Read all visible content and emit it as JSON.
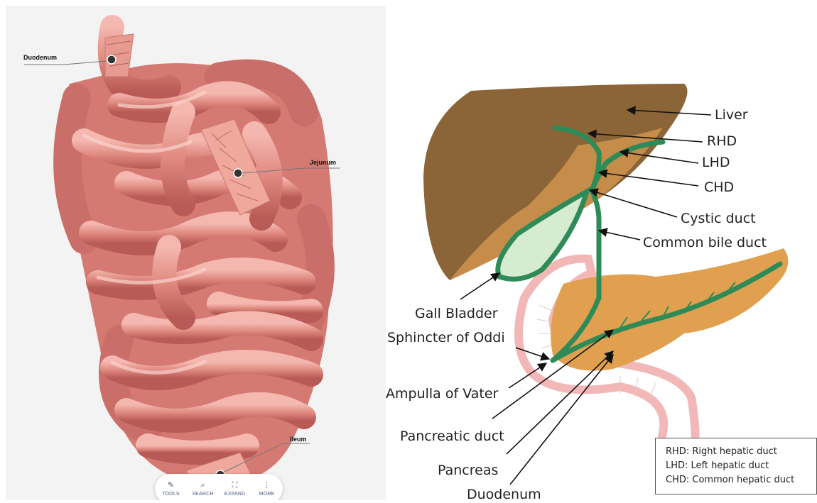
{
  "model_viewer": {
    "labels": {
      "duodenum": "Duodenum",
      "jejunum": "Jejunum",
      "ileum": "Ileum"
    },
    "toolbar": [
      {
        "icon": "pencil-icon",
        "glyph": "✎",
        "label": "TOOLS"
      },
      {
        "icon": "search-icon",
        "glyph": "⌕",
        "label": "SEARCH"
      },
      {
        "icon": "expand-icon",
        "glyph": "⛶",
        "label": "EXPAND"
      },
      {
        "icon": "more-vertical-icon",
        "glyph": "⋮",
        "label": "MORE"
      }
    ]
  },
  "diagram": {
    "labels": {
      "liver": "Liver",
      "rhd": "RHD",
      "lhd": "LHD",
      "chd": "CHD",
      "cystic_duct": "Cystic duct",
      "common_bile_duct": "Common bile duct",
      "gall_bladder": "Gall Bladder",
      "sphincter": "Sphincter of Oddi",
      "ampulla": "Ampulla of Vater",
      "pancreatic_duct": "Pancreatic duct",
      "pancreas": "Pancreas",
      "duodenum": "Duodenum"
    },
    "legend": [
      "RHD: Right hepatic duct",
      "LHD: Left hepatic duct",
      "CHD: Common hepatic duct"
    ],
    "colors": {
      "liver": "#8b6437",
      "liver_light": "#c58c4a",
      "duct": "#2e8b57",
      "gall_bladder": "#d6ecd0",
      "pancreas": "#e0a050",
      "duodenum_outline": "#f2b8b8"
    }
  }
}
